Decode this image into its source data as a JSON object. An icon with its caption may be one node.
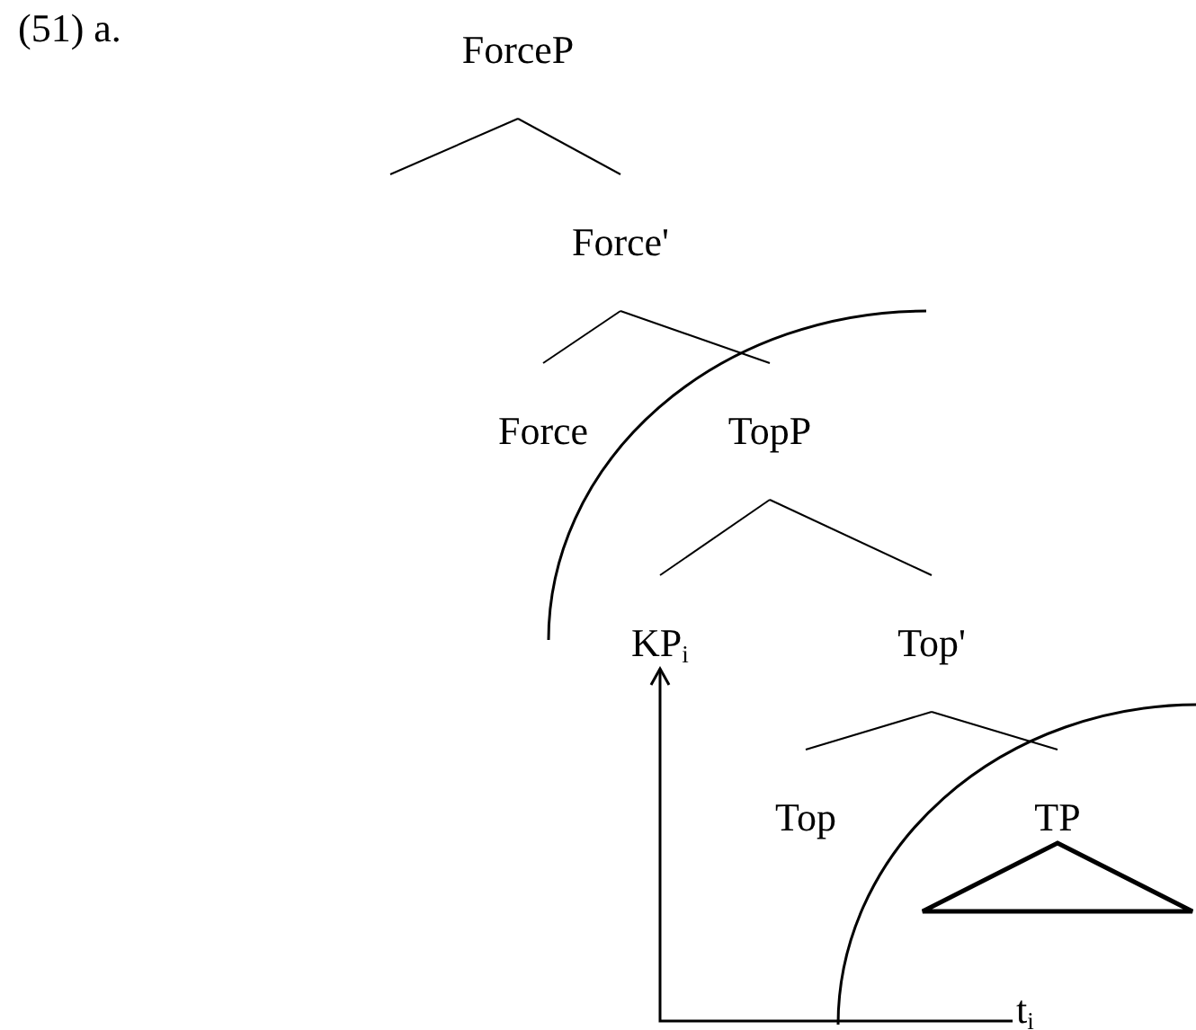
{
  "diagram": {
    "nodes": [
      {
        "text": [
          "ForceP"
        ]
      },
      {
        "text": [
          "Force'"
        ]
      },
      {
        "text": [
          "Force"
        ]
      },
      {
        "text": [
          "TopP"
        ]
      },
      {
        "text": [
          "KP$_{i}$"
        ]
      },
      {
        "text": [
          "Top'"
        ]
      },
      {
        "text": [
          "Top"
        ]
      },
      {
        "text": [
          "TP"
        ]
      },
      {
        "text": [
          "t$_{i}$"
        ]
      }
    ],
    "edges": [
      {
        "from": 0,
        "to": null,
        "arrow": "none"
      },
      {
        "from": 0,
        "to": 1,
        "arrow": "none"
      },
      {
        "from": 1,
        "to": 2,
        "arrow": "none"
      },
      {
        "from": 1,
        "to": 3,
        "arrow": "none"
      },
      {
        "from": 3,
        "to": 4,
        "arrow": "none"
      },
      {
        "from": 3,
        "to": 5,
        "arrow": "none"
      },
      {
        "from": 5,
        "to": 6,
        "arrow": "none"
      },
      {
        "from": 5,
        "to": 7,
        "arrow": "none"
      },
      {
        "from": 8,
        "to": 4,
        "arrow": "to"
      }
    ],
    "labels": [
      "(51) a."
    ]
  }
}
